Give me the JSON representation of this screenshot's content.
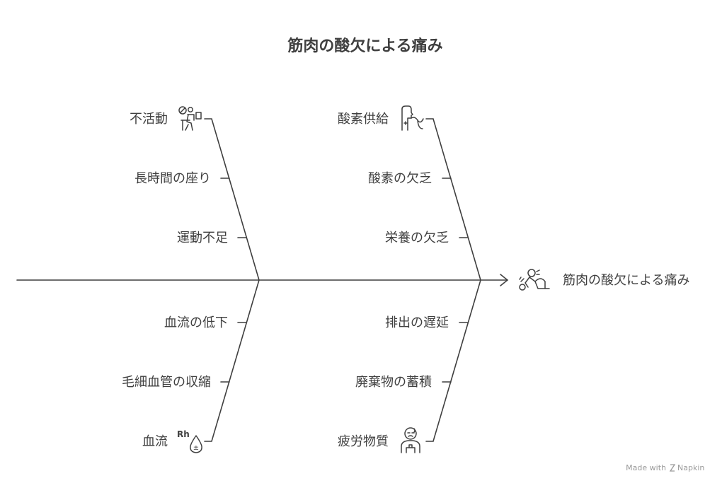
{
  "title": "筋肉の酸欠による痛み",
  "effect": {
    "label": "筋肉の酸欠による痛み",
    "icon": "person-in-pain-icon"
  },
  "categories": [
    {
      "id": "inactivity",
      "label": "不活動",
      "icon": "person-at-desk-icon",
      "causes": [
        "長時間の座り",
        "運動不足"
      ]
    },
    {
      "id": "oxygen",
      "label": "酸素供給",
      "icon": "person-breathing-icon",
      "causes": [
        "酸素の欠乏",
        "栄養の欠乏"
      ]
    },
    {
      "id": "blood",
      "label": "血流",
      "icon": "blood-drop-icon",
      "causes": [
        "血流の低下",
        "毛細血管の収縮"
      ]
    },
    {
      "id": "fatigue",
      "label": "疲労物質",
      "icon": "tired-person-icon",
      "causes": [
        "排出の遅延",
        "廃棄物の蓄積"
      ]
    }
  ],
  "icon_text": {
    "rh": "Rh",
    "plus_minus": "±"
  },
  "watermark": {
    "made_with": "Made with",
    "brand": "Napkin"
  },
  "colors": {
    "ink": "#3f3f3f",
    "watermark": "#9a9a9a",
    "background": "#ffffff"
  }
}
